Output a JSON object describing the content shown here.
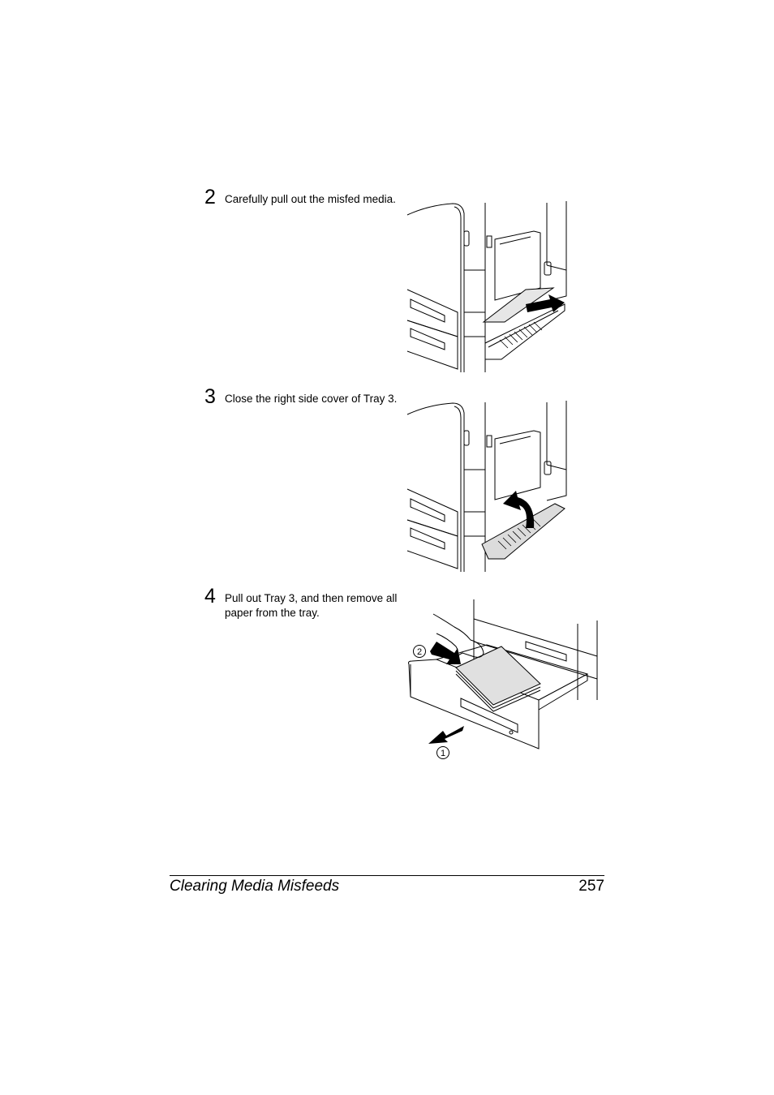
{
  "steps": [
    {
      "number": "2",
      "text": "Carefully pull out the misfed media."
    },
    {
      "number": "3",
      "text": "Close the right side cover of Tray 3."
    },
    {
      "number": "4",
      "text": "Pull out Tray 3, and then remove all paper from the tray."
    }
  ],
  "figure_callouts": {
    "one": "1",
    "two": "2"
  },
  "footer": {
    "section_title": "Clearing Media Misfeeds",
    "page_number": "257"
  }
}
